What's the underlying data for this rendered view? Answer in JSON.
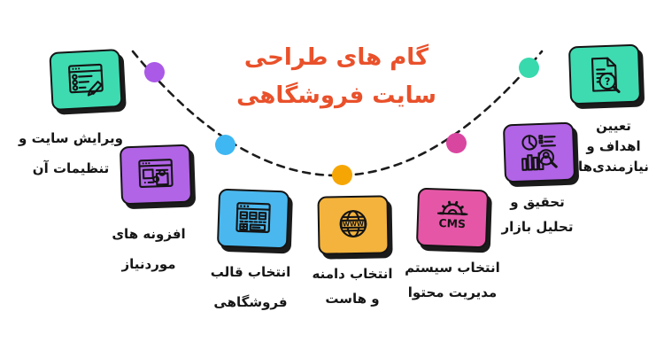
{
  "page": {
    "background": "#ffffff"
  },
  "title": {
    "line1": "گام های طراحی",
    "line2": "سایت فروشگاهی",
    "color": "#e9512b"
  },
  "steps": [
    {
      "name": "define-goals",
      "lines": [
        "تعیین",
        "اهداف و",
        "نیازمندی‌ها"
      ],
      "box_color": "#3edbb1",
      "icon": "document-search-icon",
      "icon_text": "?"
    },
    {
      "name": "market-research",
      "lines": [
        "تحقیق و",
        "تحلیل بازار"
      ],
      "box_color": "#b164e6",
      "icon": "analytics-magnifier-icon"
    },
    {
      "name": "choose-cms",
      "lines": [
        "انتخاب سیستم",
        "مدیریت محتوا"
      ],
      "box_color": "#e557a6",
      "icon": "cms-gear-icon",
      "icon_text": "CMS"
    },
    {
      "name": "choose-domain-host",
      "lines": [
        "انتخاب دامنه",
        "و هاست"
      ],
      "box_color": "#f4b33c",
      "icon": "globe-www-icon",
      "icon_text": "WWW"
    },
    {
      "name": "choose-template",
      "lines": [
        "انتخاب قالب",
        "فروشگاهی"
      ],
      "box_color": "#4ab8ef",
      "icon": "storefront-template-icon"
    },
    {
      "name": "required-plugins",
      "lines": [
        "افزونه های",
        "موردنیاز"
      ],
      "box_color": "#b164e6",
      "icon": "browser-puzzle-icon"
    },
    {
      "name": "edit-site",
      "lines": [
        "ویرایش سایت و",
        "تنظیمات آن"
      ],
      "box_color": "#3edbb1",
      "icon": "checklist-pencil-icon"
    }
  ],
  "curve": {
    "line_color": "#1c1c1c",
    "dots": [
      {
        "name": "dot-teal",
        "color": "#38d9ad"
      },
      {
        "name": "dot-pink",
        "color": "#d946a0"
      },
      {
        "name": "dot-yellow",
        "color": "#f6a604"
      },
      {
        "name": "dot-blue",
        "color": "#3eb7f2"
      },
      {
        "name": "dot-purple",
        "color": "#aa5ae6"
      }
    ]
  }
}
